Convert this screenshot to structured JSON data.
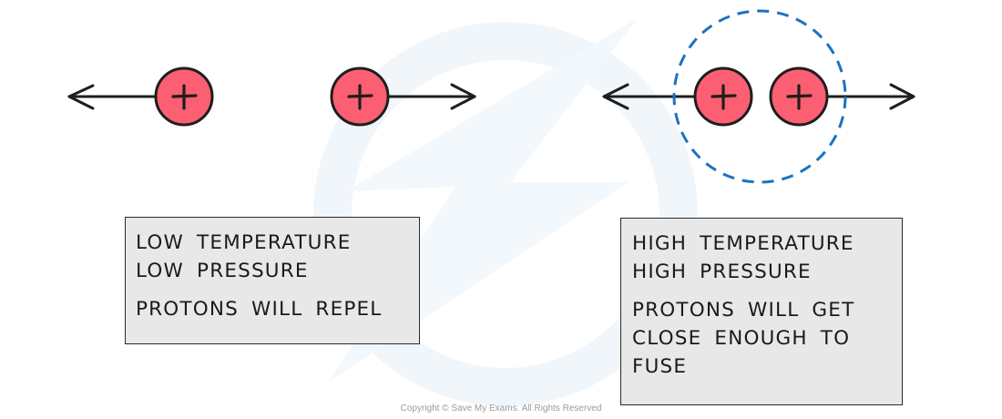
{
  "colors": {
    "proton_fill": "#fd5f72",
    "outline": "#1e1e1e",
    "dashed_circle": "#1a73c1",
    "box_fill": "#e8e8e8",
    "watermark": "#eef5fb"
  },
  "proton_symbol": "+",
  "left_scenario": {
    "protons": [
      {
        "id": "proton-1",
        "arrow": "left"
      },
      {
        "id": "proton-2",
        "arrow": "right"
      }
    ],
    "label_lines": [
      "LOW TEMPERATURE",
      "LOW PRESSURE"
    ],
    "result_lines": [
      "PROTONS WILL REPEL"
    ]
  },
  "right_scenario": {
    "protons": [
      {
        "id": "proton-3",
        "arrow": "left"
      },
      {
        "id": "proton-4",
        "arrow": "right"
      }
    ],
    "fusion_zone": "dashed-circle",
    "label_lines": [
      "HIGH TEMPERATURE",
      "HIGH PRESSURE"
    ],
    "result_lines": [
      "PROTONS WILL GET",
      "CLOSE ENOUGH TO",
      "FUSE"
    ]
  },
  "copyright": "Copyright © Save My Exams. All Rights Reserved"
}
